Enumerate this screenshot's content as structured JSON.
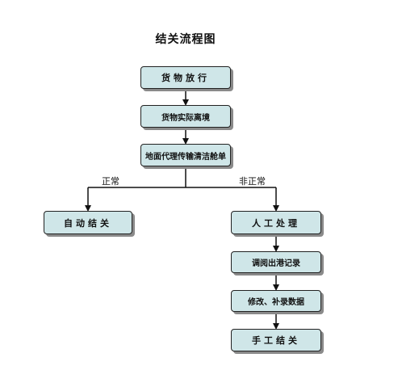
{
  "title": "结关流程图",
  "nodes": {
    "release": "货物放行",
    "depart": "货物实际离境",
    "manifest": "地面代理传输清洁舱单",
    "auto": "自动结关",
    "manual": "人工处理",
    "retrieve": "调阅出港记录",
    "modify": "修改、补录数据",
    "handclose": "手工结关"
  },
  "branches": {
    "normal": "正常",
    "abnormal": "非正常"
  },
  "colors": {
    "box_fill": "#cfe6e8",
    "box_border": "#222222",
    "shadow": "#8a8a8a",
    "line": "#111111"
  }
}
